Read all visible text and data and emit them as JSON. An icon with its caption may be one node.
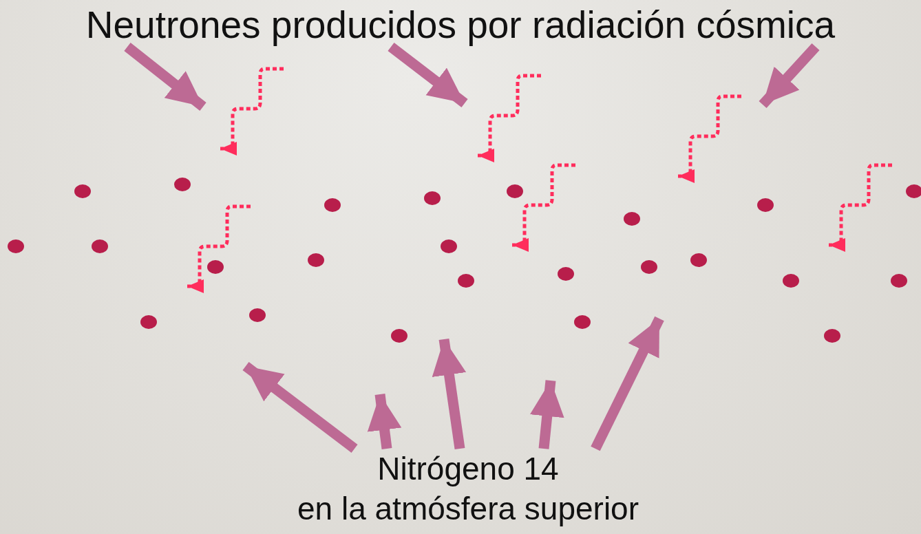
{
  "diagram": {
    "nodes": [
      {
        "text": [
          "Neutrones producidos por radiación cósmica"
        ]
      },
      {
        "text": [
          "Nitrógeno 14",
          "en la atmósfera superior"
        ]
      }
    ],
    "edges": [
      {
        "from": 0,
        "to": null,
        "arrow": "to"
      },
      {
        "from": 0,
        "to": null,
        "arrow": "to"
      },
      {
        "from": 0,
        "to": null,
        "arrow": "to"
      },
      {
        "from": 1,
        "to": null,
        "arrow": "to"
      },
      {
        "from": 1,
        "to": null,
        "arrow": "to"
      },
      {
        "from": 1,
        "to": null,
        "arrow": "to"
      },
      {
        "from": 1,
        "to": null,
        "arrow": "to"
      },
      {
        "from": 1,
        "to": null,
        "arrow": "to"
      }
    ]
  }
}
